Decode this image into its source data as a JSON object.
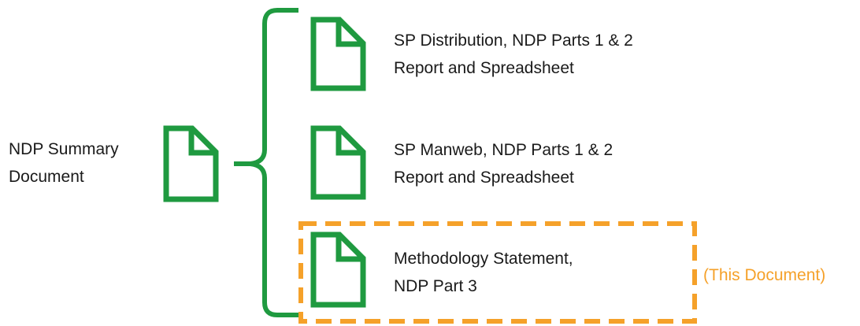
{
  "colors": {
    "doc_icon": "#1f9a40",
    "bracket": "#1f9a40",
    "highlight": "#f5a12a",
    "text": "#1a1a1a"
  },
  "summary": {
    "icon": "document-icon",
    "label_line1": "NDP Summary",
    "label_line2": "Document"
  },
  "documents": [
    {
      "icon": "document-icon",
      "line1": "SP Distribution, NDP Parts 1 & 2",
      "line2": "Report and Spreadsheet"
    },
    {
      "icon": "document-icon",
      "line1": "SP Manweb, NDP Parts 1 & 2",
      "line2": "Report and Spreadsheet"
    },
    {
      "icon": "document-icon",
      "line1": "Methodology Statement,",
      "line2": "NDP Part 3"
    }
  ],
  "highlight_label": "(This Document)"
}
